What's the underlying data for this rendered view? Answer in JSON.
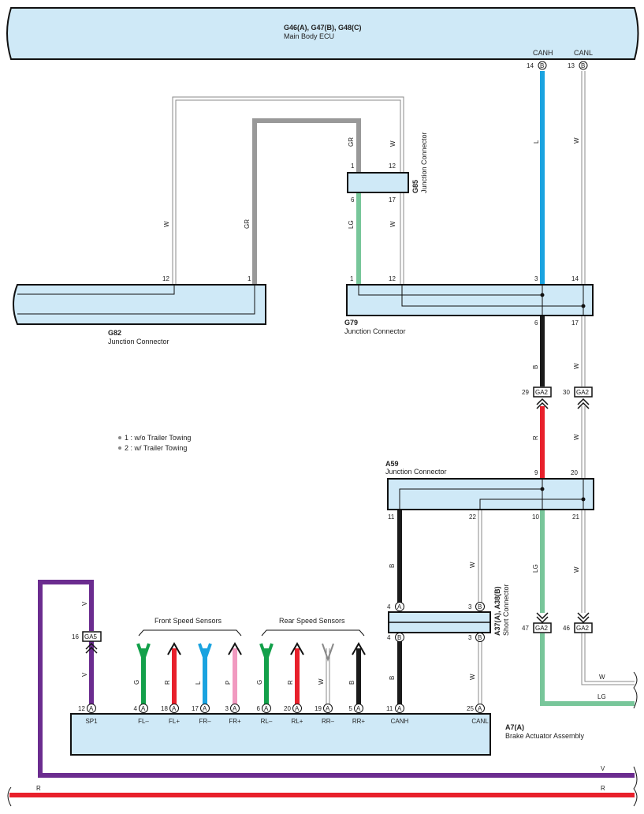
{
  "ecu": {
    "title": "G46(A), G47(B), G48(C)",
    "subtitle": "Main Body ECU"
  },
  "ecu_pins": [
    {
      "signal": "CANH",
      "pin": "14",
      "conn": "B"
    },
    {
      "signal": "CANL",
      "pin": "13",
      "conn": "B"
    }
  ],
  "g82": {
    "code": "G82",
    "name": "Junction Connector",
    "pins": [
      "12",
      "1"
    ]
  },
  "g79": {
    "code": "G79",
    "name": "Junction Connector",
    "pins": [
      "1",
      "12",
      "3",
      "14",
      "6",
      "17"
    ]
  },
  "g85": {
    "code": "G85",
    "name": "Junction Connector",
    "pins": [
      "1",
      "12",
      "6",
      "17"
    ]
  },
  "a59": {
    "code": "A59",
    "name": "Junction Connector",
    "pins": [
      "9",
      "20",
      "11",
      "22",
      "10",
      "21"
    ]
  },
  "a37": {
    "code": "A37(A), A38(B)",
    "name": "Short Connector",
    "pins": [
      "4",
      "3",
      "4",
      "3"
    ],
    "conns": [
      "A",
      "B",
      "B",
      "B"
    ]
  },
  "a7": {
    "code": "A7(A)",
    "name": "Brake Actuator Assembly"
  },
  "ga_connectors": [
    {
      "pin": "29",
      "name": "GA2"
    },
    {
      "pin": "30",
      "name": "GA2"
    },
    {
      "pin": "47",
      "name": "GA2"
    },
    {
      "pin": "46",
      "name": "GA2"
    },
    {
      "pin": "16",
      "name": "GA5"
    }
  ],
  "notes": [
    "1 : w/o Trailer Towing",
    "2 : w/ Trailer Towing"
  ],
  "groups": {
    "front": "Front Speed Sensors",
    "rear": "Rear Speed Sensors"
  },
  "a7_terminals": [
    {
      "pin": "12",
      "label": "SP1"
    },
    {
      "pin": "4",
      "label": "FL–"
    },
    {
      "pin": "18",
      "label": "FL+"
    },
    {
      "pin": "17",
      "label": "FR–"
    },
    {
      "pin": "3",
      "label": "FR+"
    },
    {
      "pin": "6",
      "label": "RL–"
    },
    {
      "pin": "20",
      "label": "RL+"
    },
    {
      "pin": "19",
      "label": "RR–"
    },
    {
      "pin": "5",
      "label": "RR+"
    },
    {
      "pin": "11",
      "label": "CANH"
    },
    {
      "pin": "25",
      "label": "CANL"
    }
  ],
  "wire_colors": [
    "W",
    "GR",
    "GR",
    "W",
    "LG",
    "W",
    "L",
    "W",
    "B",
    "W",
    "R",
    "W",
    "B",
    "W",
    "LG",
    "W",
    "V",
    "V",
    "G",
    "R",
    "L",
    "P",
    "G",
    "R",
    "W",
    "B",
    "B",
    "W",
    "W",
    "LG",
    "V",
    "R",
    "R"
  ],
  "colors": {
    "box_fill": "#cfe9f7",
    "W": "#ffffff",
    "GR": "#999999",
    "LG": "#78c69a",
    "L": "#1aa3e0",
    "B": "#1a1a1a",
    "R": "#e8202b",
    "V": "#6b2c8f",
    "G": "#13a04a",
    "P": "#f19ac0"
  }
}
